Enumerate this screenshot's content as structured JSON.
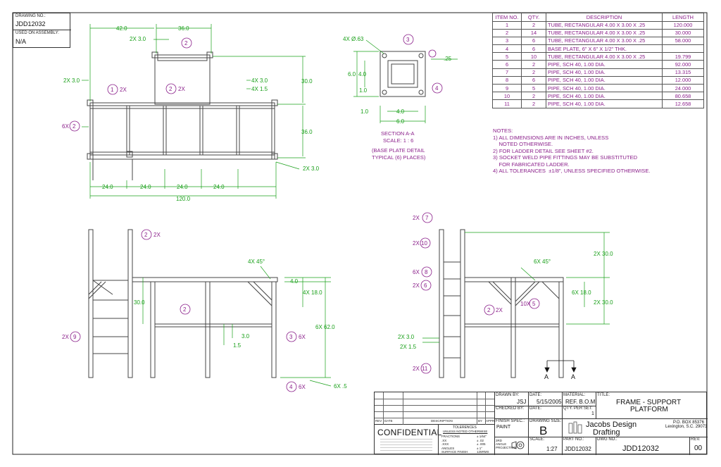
{
  "drawing_no": {
    "label": "DRAWING NO.:",
    "value": "JDD12032"
  },
  "assembly": {
    "label": "USED ON ASSEMBLY:",
    "value": "N/A"
  },
  "bom": {
    "headers": [
      "ITEM NO.",
      "QTY.",
      "DESCRIPTION",
      "LENGTH"
    ],
    "rows": [
      [
        "1",
        "2",
        "TUBE, RECTANGULAR 4.00 X 3.00 X .25",
        "120.000"
      ],
      [
        "2",
        "14",
        "TUBE, RECTANGULAR 4.00 X 3.00 X .25",
        "30.000"
      ],
      [
        "3",
        "6",
        "TUBE, RECTANGULAR 4.00 X 3.00 X .25",
        "58.000"
      ],
      [
        "4",
        "6",
        "BASE PLATE, 6\" X 6\" X 1/2\" THK.",
        ""
      ],
      [
        "5",
        "10",
        "TUBE, RECTANGULAR 4.00 X 3.00 X .25",
        "19.799"
      ],
      [
        "6",
        "2",
        "PIPE, SCH 40, 1.00 DIA.",
        "92.000"
      ],
      [
        "7",
        "2",
        "PIPE, SCH 40, 1.00 DIA.",
        "13.315"
      ],
      [
        "8",
        "6",
        "PIPE, SCH 40, 1.00 DIA.",
        "12.000"
      ],
      [
        "9",
        "5",
        "PIPE, SCH 40, 1.00 DIA.",
        "24.000"
      ],
      [
        "10",
        "2",
        "PIPE, SCH 40, 1.00 DIA.",
        "80.658"
      ],
      [
        "11",
        "2",
        "PIPE, SCH 40, 1.00 DIA.",
        "12.658"
      ]
    ]
  },
  "notes": [
    "NOTES:",
    "1) ALL DIMENSIONS ARE IN INCHES, UNLESS",
    "    NOTED OTHERWISE.",
    "2) FOR LADDER DETAIL SEE SHEET #2.",
    "3) SOCKET WELD PIPE FITTINGS MAY BE SUBSTITUTED",
    "    FOR FABRICATED LADDER.",
    "4) ALL TOLERANCES  ±1/8\", UNLESS SPECIFIED OTHERWISE."
  ],
  "section": {
    "title": "SECTION A-A",
    "scale": "SCALE: 1 : 6",
    "detail1": "(BASE PLATE DETAIL",
    "detail2": "TYPICAL (6) PLACES)"
  },
  "top_view": {
    "dims": [
      "42.0",
      "36.0",
      "2X 3.0",
      "2X 3.0",
      "4X 3.0",
      "4X 1.5",
      "30.0",
      "36.0",
      "2X 3.0",
      "24.0",
      "24.0",
      "24.0",
      "24.0",
      "120.0"
    ],
    "callouts": [
      "2X",
      "2X",
      "6X"
    ]
  },
  "front_view": {
    "dims": [
      "4X 45°",
      "4.0",
      "4X 18.0",
      "30.0",
      "3.0",
      "1.5",
      "6X 62.0",
      "6X .5"
    ],
    "callouts": [
      "2X",
      "2X",
      "6X",
      "6X"
    ]
  },
  "side_view": {
    "dims": [
      "6X 45°",
      "2X 30.0",
      "6X 18.0",
      "2X 30.0",
      "2X 3.0",
      "2X 1.5"
    ],
    "callouts": [
      "2X",
      "2X",
      "6X",
      "2X",
      "2X",
      "10X",
      "2X"
    ],
    "section_labels": [
      "A",
      "A"
    ]
  },
  "section_view": {
    "dims": [
      "4X Ø.63",
      "6.0",
      "4.0",
      "1.0",
      "1.0",
      "4.0",
      "6.0",
      ".25"
    ]
  },
  "title_block": {
    "drawn_by": {
      "label": "DRAWN BY:",
      "value": "JSJ"
    },
    "date": {
      "label": "DATE:",
      "value": "5/15/2005"
    },
    "checked_by": {
      "label": "CHECKED BY:"
    },
    "date2": {
      "label": "DATE:"
    },
    "material": {
      "label": "MATERIAL:",
      "value": "REF. B.O.M."
    },
    "qty": {
      "label": "QTY. PER SET:",
      "value": "1"
    },
    "title": {
      "label": "TITLE:",
      "line1": "FRAME - SUPPORT",
      "line2": "PLATFORM"
    },
    "finish": {
      "label": "FINISH SPEC.:",
      "value": "PAINT"
    },
    "size": {
      "label": "DRAWING SIZE:",
      "value": "B"
    },
    "company": {
      "name1": "Jacobs Design",
      "name2": "Drafting",
      "box": "P.O. BOX 85376",
      "city": "Lexington, S.C. 29073"
    },
    "scale": {
      "label": "SCALE:",
      "value": "1:27"
    },
    "part_no": {
      "label": "PART NO.:",
      "value": "JDD12032"
    },
    "dwg_no": {
      "label": "DWG NO.:",
      "value": "JDD12032"
    },
    "rev": {
      "label": "REV.",
      "value": "00"
    },
    "confidential": "CONFIDENTIAL",
    "rev_cols": [
      "REV",
      "DATE",
      "DESCRIPTION",
      "BY",
      "APPR"
    ],
    "tol_title": "TOLERENCES",
    "tol_sub": "UNLESS NOTED OTHERWISE",
    "tol_rows": [
      [
        "FRACTIONS",
        "± 1/64\""
      ],
      [
        ".XX",
        "± .02"
      ],
      [
        ".XXX",
        "± .005"
      ],
      [
        "ANGLES",
        "± 1°"
      ],
      [
        "SURFACE FINISH",
        "125RMS"
      ]
    ],
    "projection": "3RD ANGLE PROJECTION"
  },
  "colors": {
    "dim": "#1aa01a",
    "ann": "#8a1f8a",
    "line": "#222222"
  }
}
